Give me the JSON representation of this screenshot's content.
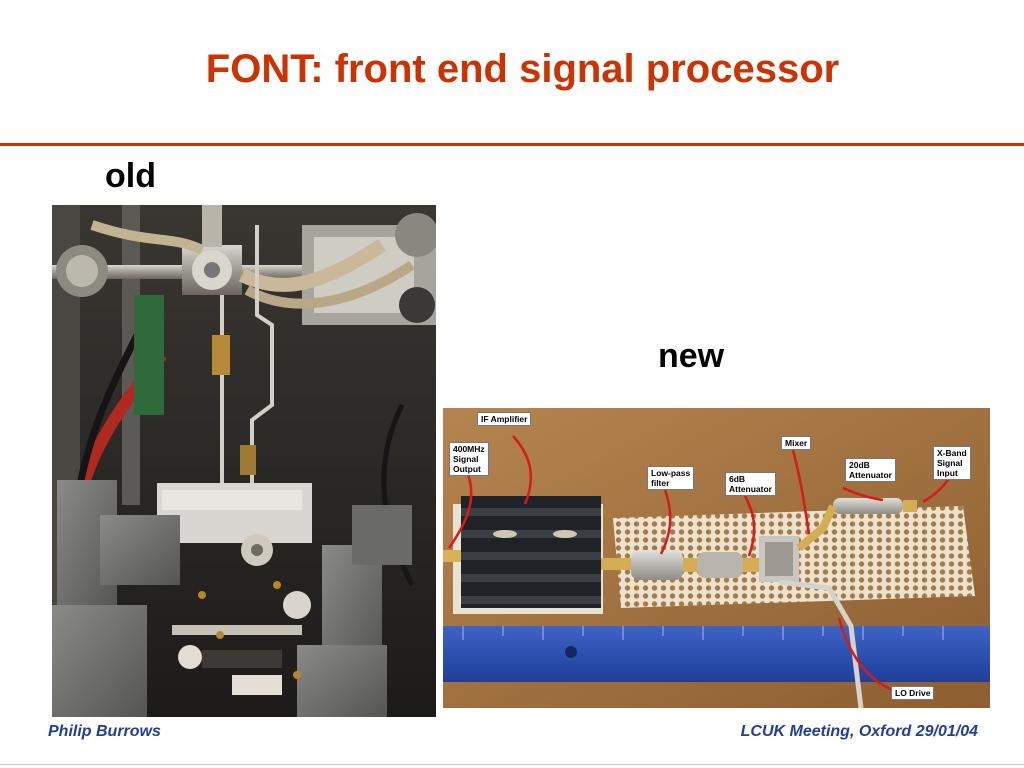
{
  "slide": {
    "title": "FONT: front end signal processor",
    "label_old": "old",
    "label_new": "new"
  },
  "callouts": {
    "if_amplifier": "IF Amplifier",
    "signal_output": "400MHz\nSignal\nOutput",
    "low_pass_filter": "Low-pass\nfilter",
    "attenuator_6db": "6dB\nAttenuator",
    "mixer": "Mixer",
    "attenuator_20db": "20dB\nAttenuator",
    "xband_input": "X-Band\nSignal\nInput",
    "lo_drive": "LO Drive"
  },
  "footer": {
    "author": "Philip Burrows",
    "meeting": "LCUK Meeting, Oxford 29/01/04"
  }
}
